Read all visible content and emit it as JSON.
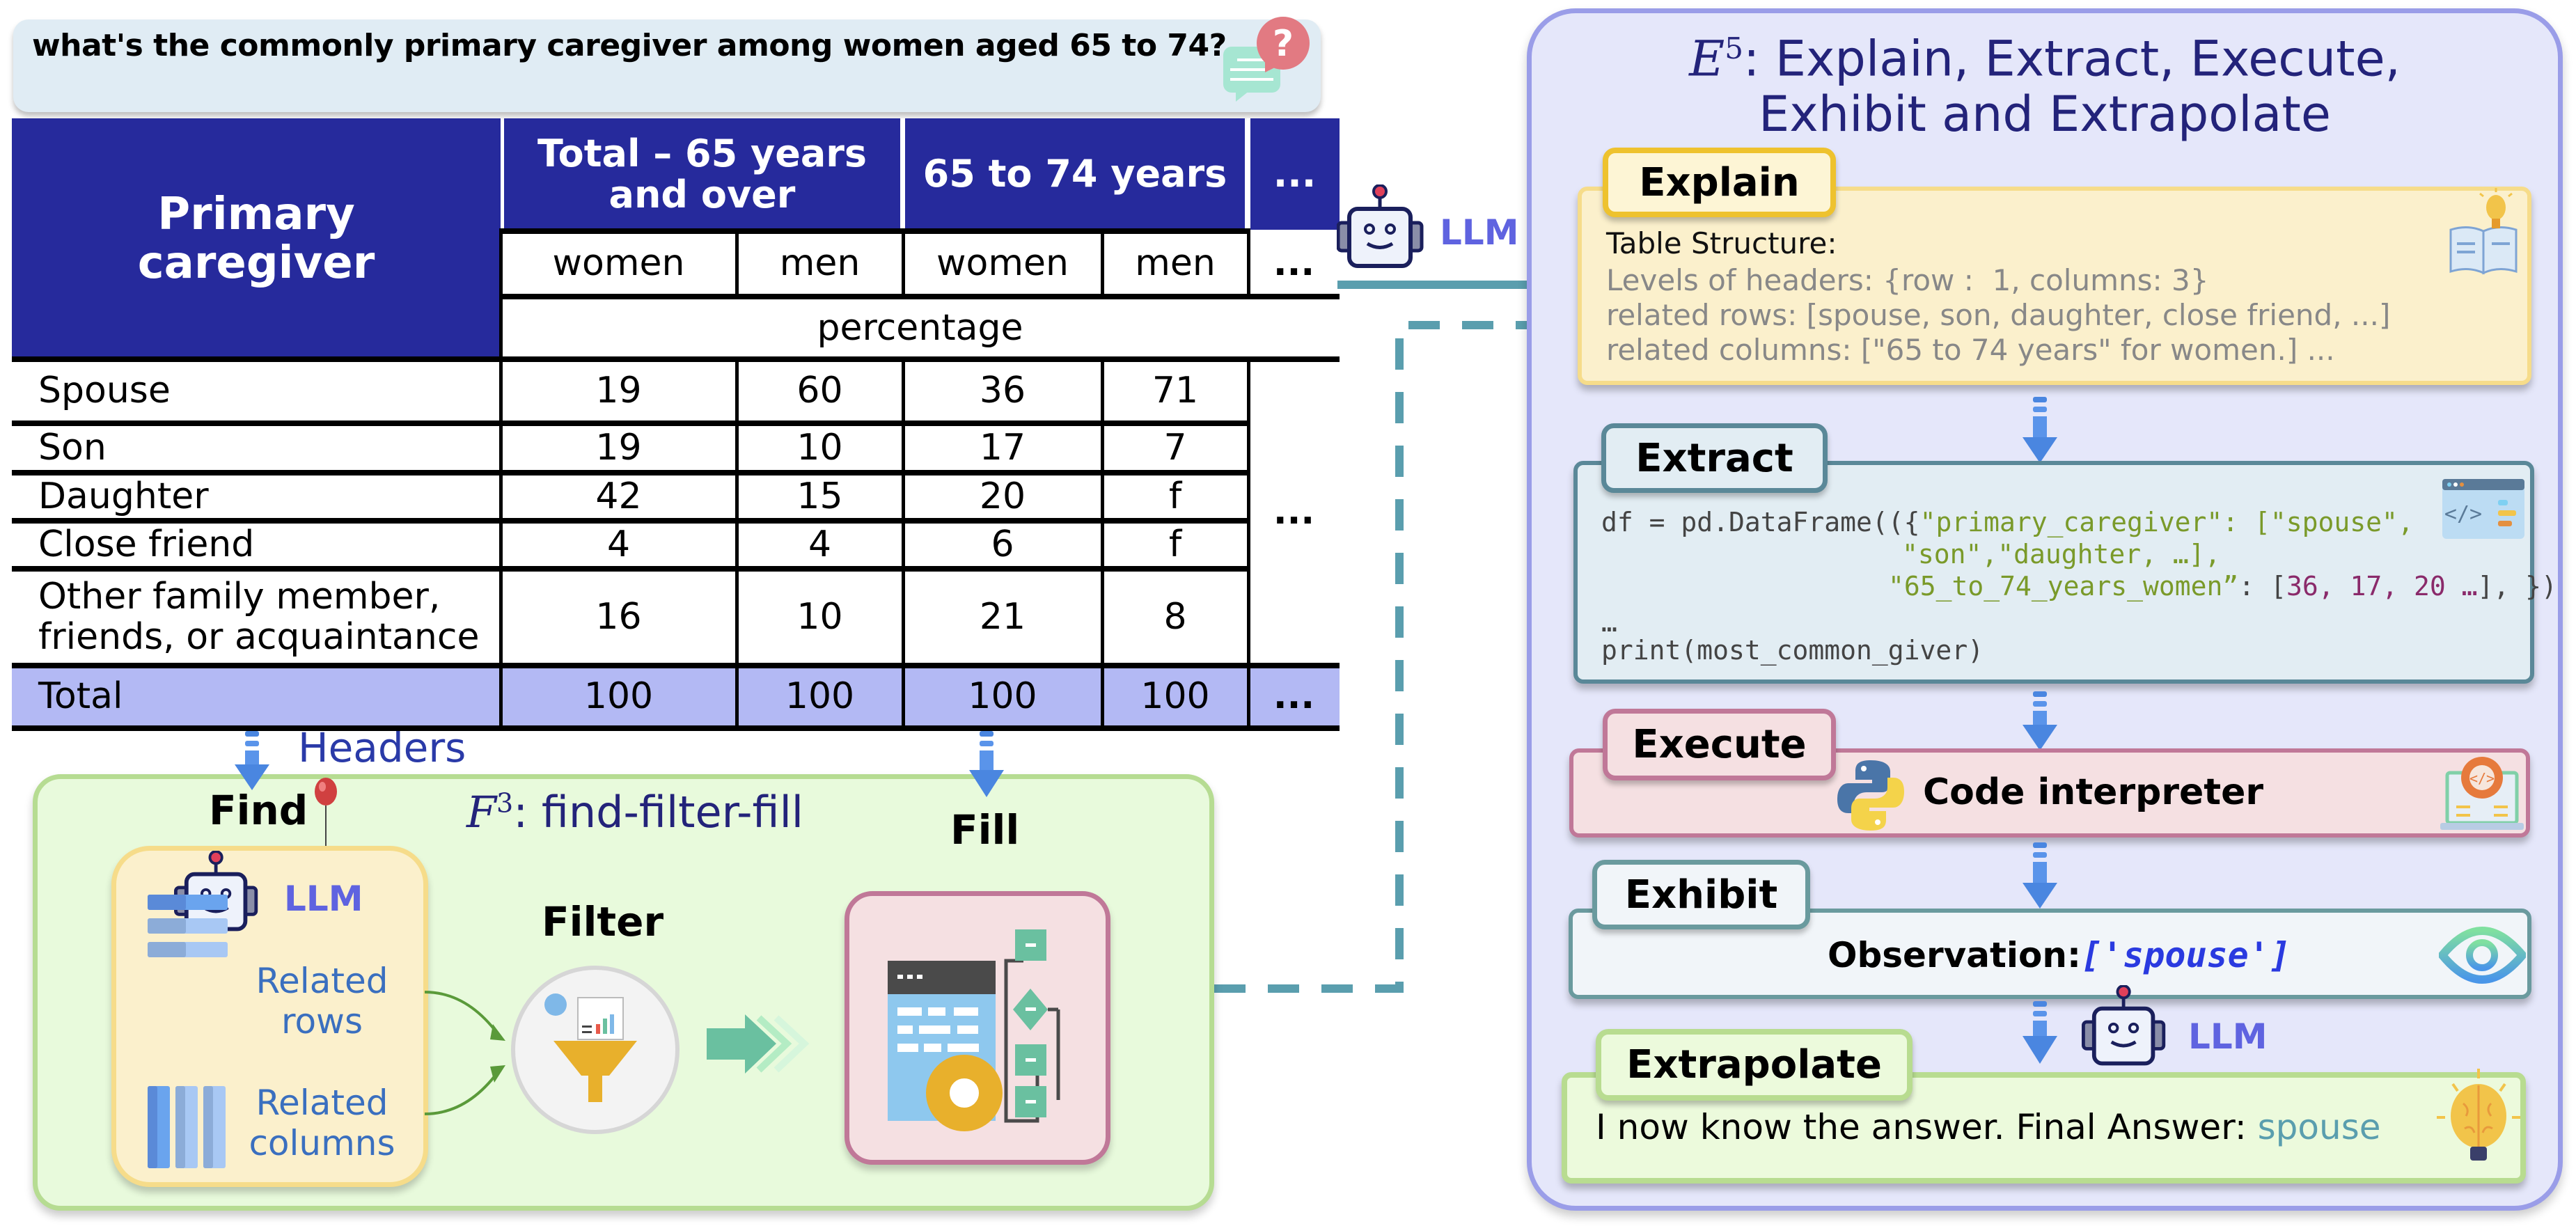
{
  "question": {
    "text": "what's the commonly primary caregiver among women aged 65 to 74?",
    "icon": "chat-question-icon"
  },
  "table": {
    "corner_header": "Primary caregiver",
    "column_groups": [
      "Total – 65 years and over",
      "65 to 74 years",
      "..."
    ],
    "subheaders": [
      "women",
      "men",
      "women",
      "men",
      "..."
    ],
    "unit": "percentage",
    "rows": [
      {
        "label": "Spouse",
        "values": [
          "19",
          "60",
          "36",
          "71"
        ]
      },
      {
        "label": "Son",
        "values": [
          "19",
          "10",
          "17",
          "7"
        ]
      },
      {
        "label": "Daughter",
        "values": [
          "42",
          "15",
          "20",
          "f"
        ]
      },
      {
        "label": "Close friend",
        "values": [
          "4",
          "4",
          "6",
          "f"
        ]
      },
      {
        "label": "Other family member, friends, or acquaintance",
        "values": [
          "16",
          "10",
          "21",
          "8"
        ]
      }
    ],
    "rows_ellipsis": "...",
    "total": {
      "label": "Total",
      "values": [
        "100",
        "100",
        "100",
        "100"
      ],
      "ellipsis": "..."
    }
  },
  "connector": {
    "llm_label": "LLM"
  },
  "f3": {
    "title_math": "F",
    "title_sup": "3",
    "title_text": ": find-filter-fill",
    "headers_label": "Headers",
    "find_label": "Find",
    "filter_label": "Filter",
    "fill_label": "Fill",
    "llm_label": "LLM",
    "related_rows": "Related rows",
    "related_columns": "Related columns"
  },
  "e5": {
    "title_math": "E",
    "title_sup": "5",
    "title_line1": ": Explain, Extract, Execute,",
    "title_line2": "Exhibit and Extrapolate",
    "explain": {
      "tab": "Explain",
      "heading": "Table Structure:",
      "lines": [
        "Levels of headers: {row :  1, columns: 3}",
        "related rows: [spouse, son, daughter, close friend, ...]",
        "related columns: [\"65 to 74 years\" for women.] ..."
      ]
    },
    "extract": {
      "tab": "Extract",
      "code": {
        "l1a": "df = pd.DataFrame(({",
        "l1b": "\"primary_caregiver\": [\"spouse\",",
        "l2": "\"son\",\"daughter, …],",
        "l3a": "\"65_to_74_years_women”",
        "l3b": ": [",
        "l3c": "36, 17, 20 …",
        "l3d": "], })",
        "l4": "…",
        "l5": "print(most_common_giver)"
      }
    },
    "execute": {
      "tab": "Execute",
      "text": "Code interpreter"
    },
    "exhibit": {
      "tab": "Exhibit",
      "label": "Observation:",
      "value": "['spouse']"
    },
    "llm_label": "LLM",
    "extrapolate": {
      "tab": "Extrapolate",
      "text": "I now know the answer. Final Answer: ",
      "answer": "spouse"
    }
  }
}
